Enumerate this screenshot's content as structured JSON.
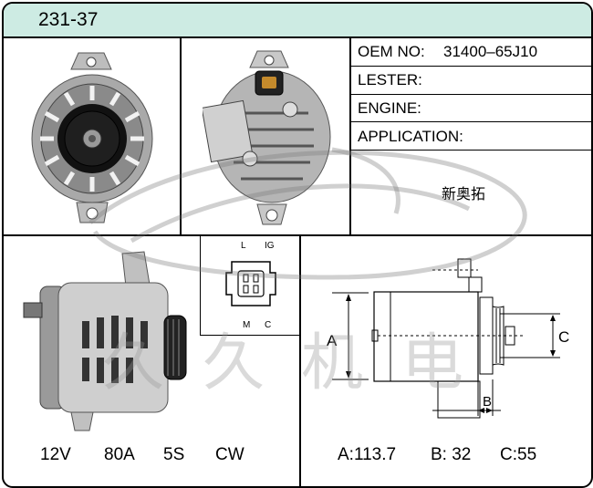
{
  "header": {
    "title": "231-37"
  },
  "specs": {
    "oem_label": "OEM NO:",
    "oem_value": "31400–65J10",
    "lester_label": "LESTER:",
    "engine_label": "ENGINE:",
    "application_label": "APPLICATION:",
    "application_value": "新奥拓"
  },
  "connector": {
    "pin_l": "L",
    "pin_ig": "IG",
    "pin_m": "M",
    "pin_c": "C"
  },
  "diagram": {
    "label_a": "A",
    "label_b": "B",
    "label_c": "C"
  },
  "ratings": {
    "voltage": "12V",
    "current": "80A",
    "pulley": "5S",
    "rotation": "CW"
  },
  "dimensions": {
    "a": "A:113.7",
    "b": "B: 32",
    "c": "C:55"
  },
  "watermark": {
    "chars": [
      "久",
      "久",
      "机",
      "电"
    ]
  },
  "colors": {
    "header_bg": "#cdebe3",
    "border": "#000000"
  }
}
